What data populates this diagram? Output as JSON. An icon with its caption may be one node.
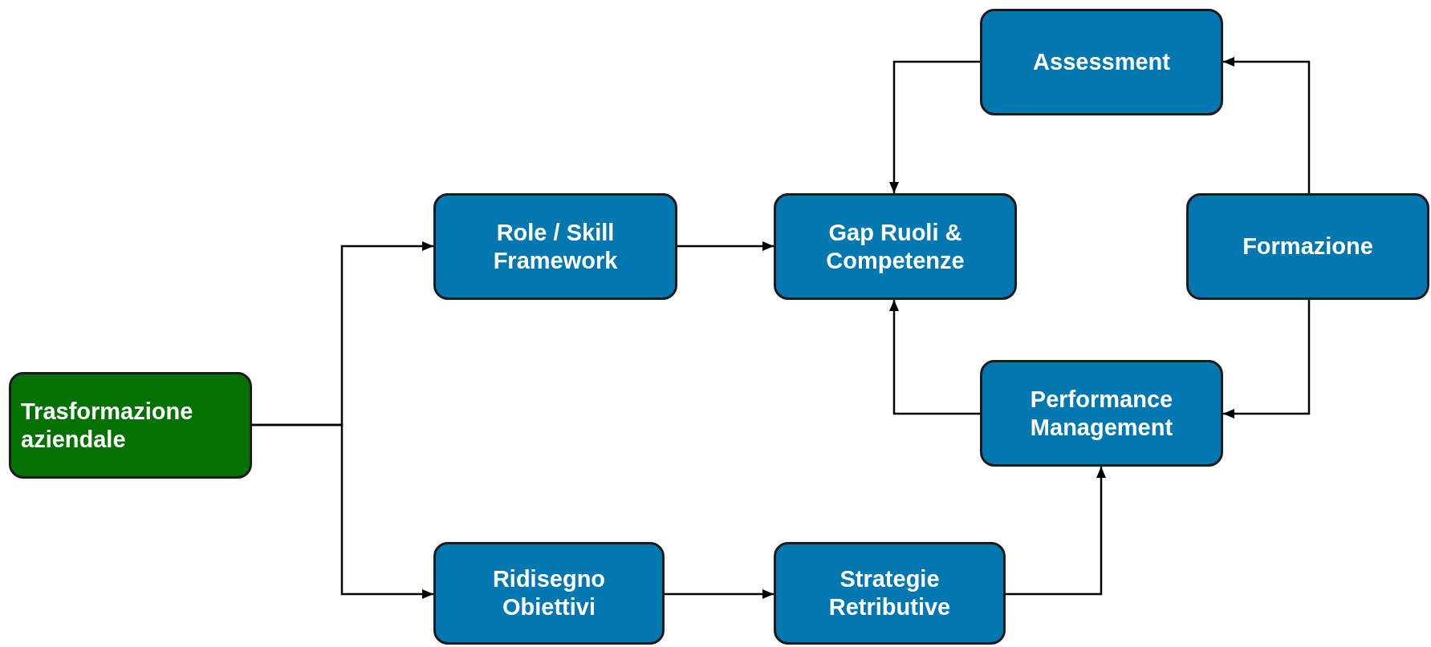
{
  "diagram": {
    "nodes": [
      {
        "text": [
          "Trasformazione aziendale"
        ]
      },
      {
        "text": [
          "Role / Skill Framework"
        ]
      },
      {
        "text": [
          "Gap Ruoli & Competenze"
        ]
      },
      {
        "text": [
          "Assessment"
        ]
      },
      {
        "text": [
          "Formazione"
        ]
      },
      {
        "text": [
          "Performance Management"
        ]
      },
      {
        "text": [
          "Ridisegno Obiettivi"
        ]
      },
      {
        "text": [
          "Strategie Retributive"
        ]
      }
    ],
    "edges": [
      {
        "from": 0,
        "to": 1,
        "arrow": "to"
      },
      {
        "from": 0,
        "to": 6,
        "arrow": "to"
      },
      {
        "from": 1,
        "to": 2,
        "arrow": "to"
      },
      {
        "from": 3,
        "to": 2,
        "arrow": "to"
      },
      {
        "from": 4,
        "to": 3,
        "arrow": "to"
      },
      {
        "from": 4,
        "to": 5,
        "arrow": "to"
      },
      {
        "from": 5,
        "to": 2,
        "arrow": "to"
      },
      {
        "from": 6,
        "to": 7,
        "arrow": "to"
      },
      {
        "from": 7,
        "to": 5,
        "arrow": "to"
      }
    ]
  }
}
